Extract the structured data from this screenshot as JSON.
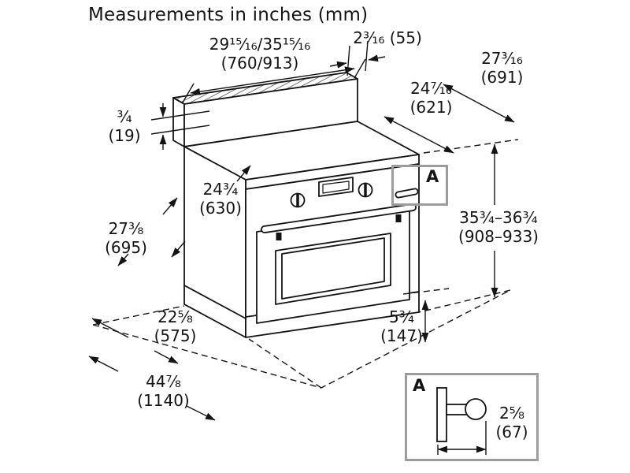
{
  "title": "Measurements in inches (mm)",
  "callout": {
    "label": "A"
  },
  "detail": {
    "label": "A"
  },
  "dims": {
    "top_width": {
      "in": "29¹⁵⁄₁₆/35¹⁵⁄₁₆",
      "mm": "(760/913)"
    },
    "backguard_depth": {
      "text": "2³⁄₁₆ (55)"
    },
    "overall_depth": {
      "in": "27³⁄₁₆",
      "mm": "(691)"
    },
    "cooktop_depth": {
      "in": "24⁷⁄₁₆",
      "mm": "(621)"
    },
    "rim_thickness": {
      "in": "³⁄₄",
      "mm": "(19)"
    },
    "body_height": {
      "in": "24³⁄₄",
      "mm": "(630)"
    },
    "side_depth": {
      "in": "27³⁄₈",
      "mm": "(695)"
    },
    "overall_height": {
      "in": "35³⁄₄–36³⁄₄",
      "mm": "(908–933)"
    },
    "floor_depth": {
      "in": "22⁵⁄₈",
      "mm": "(575)"
    },
    "toekick_height": {
      "in": "5³⁄₄",
      "mm": "(147)"
    },
    "floor_width": {
      "in": "44⁷⁄₈",
      "mm": "(1140)"
    },
    "handle_depth": {
      "in": "2⁵⁄₈",
      "mm": "(67)"
    }
  },
  "colors": {
    "line": "#141414",
    "callout_border": "#9c9c9c"
  }
}
